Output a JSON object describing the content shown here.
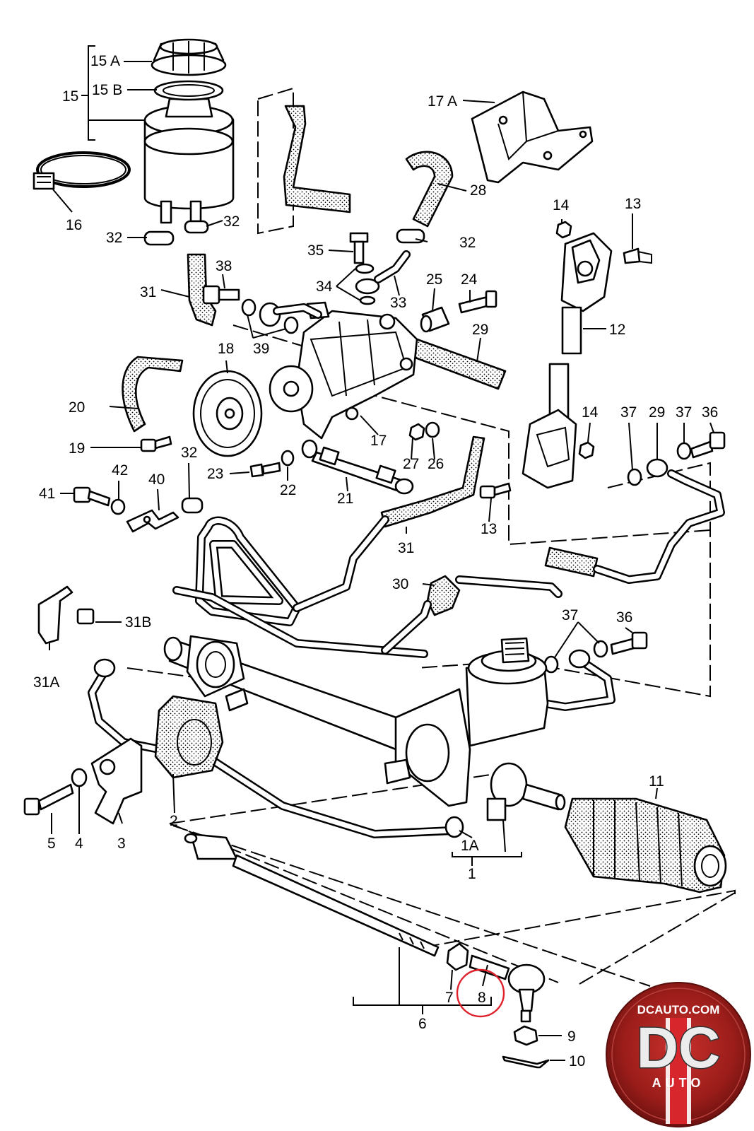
{
  "diagram": {
    "callouts": {
      "c1": "1",
      "c1A": "1A",
      "c2": "2",
      "c3": "3",
      "c4": "4",
      "c5": "5",
      "c6": "6",
      "c7": "7",
      "c8": "8",
      "c9": "9",
      "c10": "10",
      "c11": "11",
      "c12": "12",
      "c13a": "13",
      "c13b": "13",
      "c14a": "14",
      "c14b": "14",
      "c15": "15",
      "c15A": "15 A",
      "c15B": "15 B",
      "c16": "16",
      "c17": "17",
      "c17A": "17 A",
      "c18": "18",
      "c19": "19",
      "c20": "20",
      "c21": "21",
      "c22": "22",
      "c23": "23",
      "c24": "24",
      "c25": "25",
      "c26": "26",
      "c27": "27",
      "c28": "28",
      "c29a": "29",
      "c29b": "29",
      "c30": "30",
      "c31a": "31",
      "c31b": "31",
      "c31A": "31A",
      "c31B": "31B",
      "c32a": "32",
      "c32b": "32",
      "c32c": "32",
      "c32d": "32",
      "c33": "33",
      "c34": "34",
      "c35": "35",
      "c36a": "36",
      "c36b": "36",
      "c37a": "37",
      "c37b": "37",
      "c37c": "37",
      "c38": "38",
      "c39": "39",
      "c40": "40",
      "c41": "41",
      "c42": "42"
    },
    "highlight_color": "#e0212b"
  },
  "watermark": {
    "site": "DCAUTO.COM",
    "mark": "DC",
    "word": "AUTO"
  }
}
